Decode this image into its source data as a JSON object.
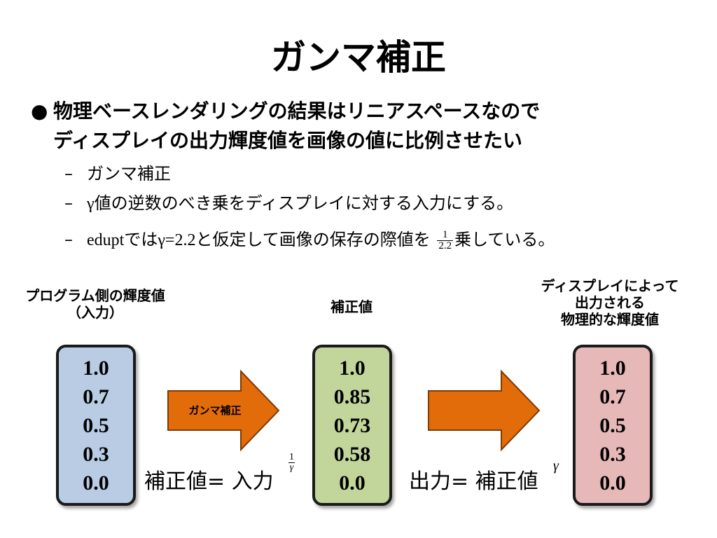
{
  "title": "ガンマ補正",
  "bullet": {
    "line1": "物理ベースレンダリングの結果はリニアスペースなので",
    "line2": "ディスプレイの出力輝度値を画像の値に比例させたい"
  },
  "subs": {
    "s1": "ガンマ補正",
    "s2_gamma": "γ",
    "s2_text": "値の逆数のべき乗をディスプレイに対する入力にする。",
    "s3_edupt": "edupt",
    "s3_mid": "では",
    "s3_gamma_eq": "γ=2.2",
    "s3_after": "と仮定して画像の保存の際値を",
    "s3_frac_num": "1",
    "s3_frac_den": "2.2",
    "s3_end": "乗している。"
  },
  "labels": {
    "input": [
      "プログラム側の輝度値",
      "（入力）"
    ],
    "corrected": "補正値",
    "output": [
      "ディスプレイによって",
      "出力される",
      "物理的な輝度値"
    ]
  },
  "columns": {
    "input": [
      "1.0",
      "0.7",
      "0.5",
      "0.3",
      "0.0"
    ],
    "corrected": [
      "1.0",
      "0.85",
      "0.73",
      "0.58",
      "0.0"
    ],
    "output": [
      "1.0",
      "0.7",
      "0.5",
      "0.3",
      "0.0"
    ]
  },
  "arrows": {
    "first_label": "ガンマ補正"
  },
  "formulas": {
    "left": "補正値= 入力",
    "left_exp_num": "1",
    "left_exp_den": "γ",
    "right": "出力= 補正値",
    "right_exp": "γ"
  },
  "colors": {
    "input_box": "#b9cce4",
    "corrected_box": "#c2d59b",
    "output_box": "#e6b8b7",
    "arrow": "#e36c0a"
  }
}
